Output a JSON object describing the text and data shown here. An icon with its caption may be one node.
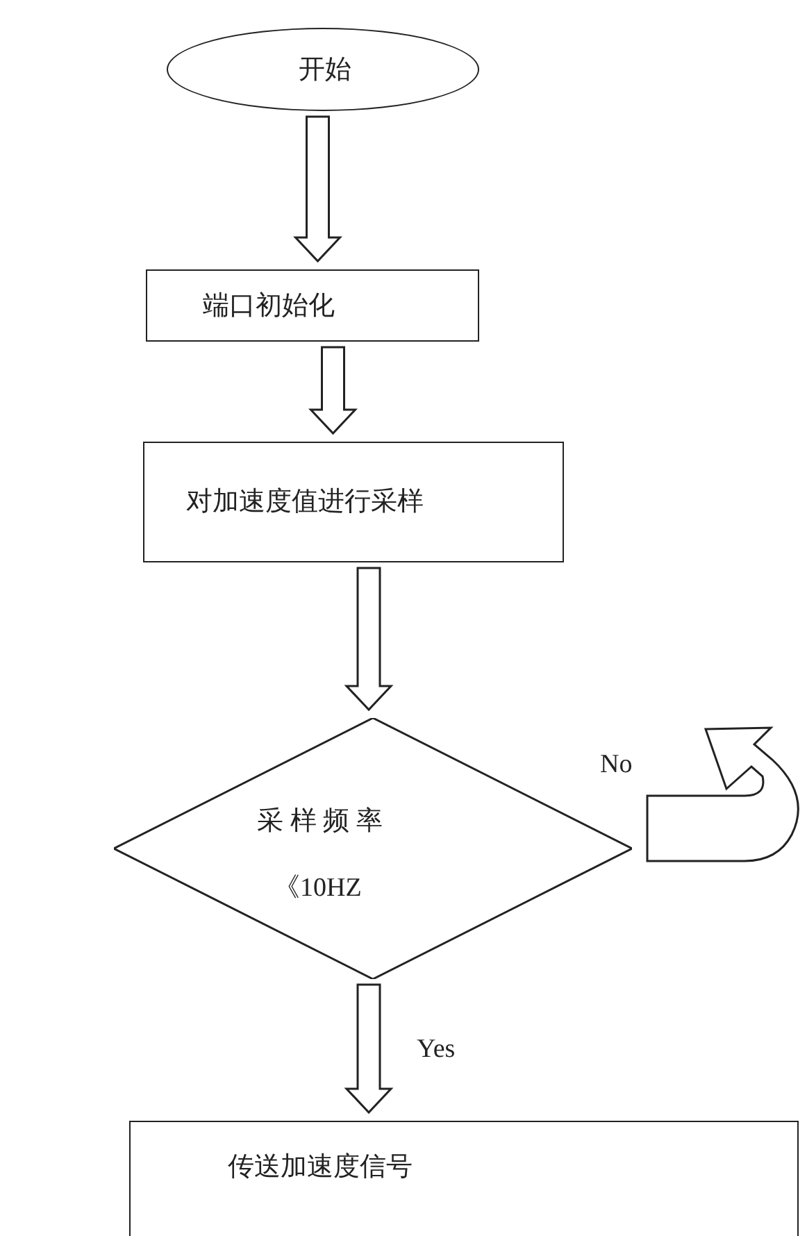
{
  "diagram": {
    "nodes": [
      {
        "text": [
          "开始"
        ]
      },
      {
        "text": [
          "端口初始化"
        ]
      },
      {
        "text": [
          "对加速度值进行采样"
        ]
      },
      {
        "text": [
          "采 样 频 率",
          "《10HZ"
        ]
      },
      {
        "text": [
          "传送加速度信号"
        ]
      }
    ],
    "edges": [
      {
        "from": 0,
        "to": 1,
        "arrow": "to"
      },
      {
        "from": 1,
        "to": 2,
        "arrow": "to"
      },
      {
        "from": 2,
        "to": 3,
        "arrow": "to"
      },
      {
        "from": 3,
        "to": null,
        "arrow": "to",
        "label": "No"
      },
      {
        "from": 3,
        "to": 4,
        "arrow": "to",
        "label": "Yes"
      }
    ]
  }
}
